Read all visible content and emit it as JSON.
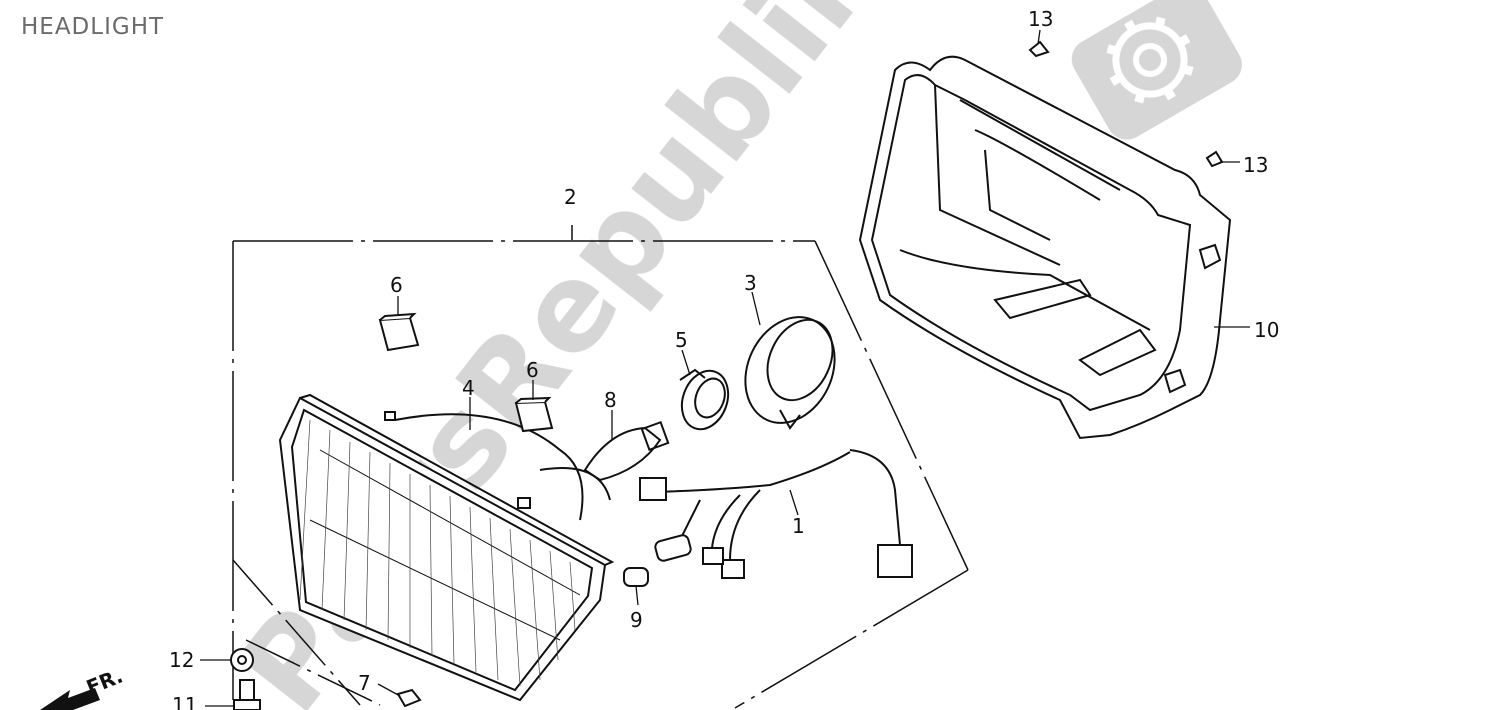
{
  "title": "HEADLIGHT",
  "colors": {
    "line": "#111111",
    "watermark": "#cfcfcf",
    "title": "#6b6b6b",
    "background": "#ffffff"
  },
  "watermark": {
    "text": "PartsRepublik",
    "icon": "gear-icon"
  },
  "direction_label": "FR.",
  "parts": [
    {
      "id": "part-1",
      "label": "1"
    },
    {
      "id": "part-2",
      "label": "2"
    },
    {
      "id": "part-3",
      "label": "3"
    },
    {
      "id": "part-4",
      "label": "4"
    },
    {
      "id": "part-5",
      "label": "5"
    },
    {
      "id": "part-6a",
      "label": "6"
    },
    {
      "id": "part-6b",
      "label": "6"
    },
    {
      "id": "part-7",
      "label": "7"
    },
    {
      "id": "part-8",
      "label": "8"
    },
    {
      "id": "part-9",
      "label": "9"
    },
    {
      "id": "part-10",
      "label": "10"
    },
    {
      "id": "part-11",
      "label": "11"
    },
    {
      "id": "part-12",
      "label": "12"
    },
    {
      "id": "part-13a",
      "label": "13"
    },
    {
      "id": "part-13b",
      "label": "13"
    }
  ]
}
